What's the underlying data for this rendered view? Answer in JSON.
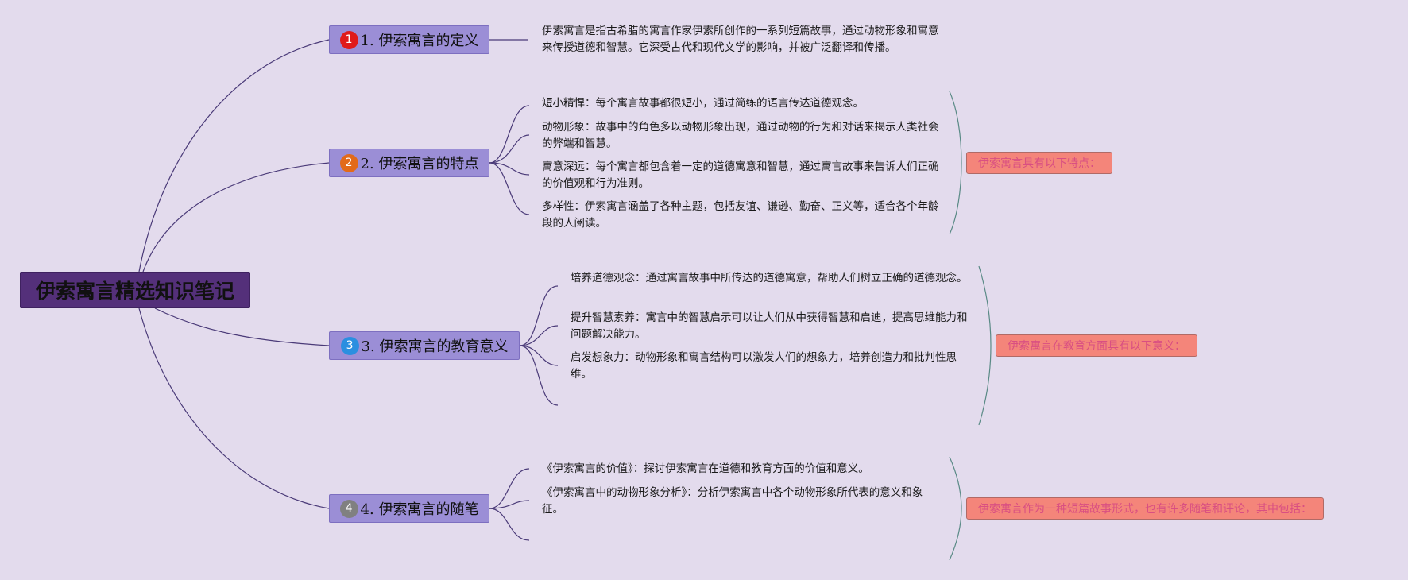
{
  "root": {
    "title": "伊索寓言精选知识笔记"
  },
  "colors": {
    "background": "#e3dbed",
    "root_fill": "#54307a",
    "branch_fill": "#9b8ed6",
    "connector": "#4a3a78",
    "summary_fill": "#f4857a",
    "summary_text": "#d94f82",
    "bracket": "#5a8a86"
  },
  "branches": [
    {
      "badge": "1",
      "badge_color": "#e01b1b",
      "label": "1. 伊索寓言的定义",
      "items": [
        "伊索寓言是指古希腊的寓言作家伊索所创作的一系列短篇故事，通过动物形象和寓意来传授道德和智慧。它深受古代和现代文学的影响，并被广泛翻译和传播。"
      ]
    },
    {
      "badge": "2",
      "badge_color": "#e26a1a",
      "label": "2. 伊索寓言的特点",
      "items": [
        "短小精悍：每个寓言故事都很短小，通过简练的语言传达道德观念。",
        "动物形象：故事中的角色多以动物形象出现，通过动物的行为和对话来揭示人类社会的弊端和智慧。",
        "寓意深远：每个寓言都包含着一定的道德寓意和智慧，通过寓言故事来告诉人们正确的价值观和行为准则。",
        "多样性：伊索寓言涵盖了各种主题，包括友谊、谦逊、勤奋、正义等，适合各个年龄段的人阅读。"
      ],
      "summary": "伊索寓言具有以下特点："
    },
    {
      "badge": "3",
      "badge_color": "#2b8fe0",
      "label": "3. 伊索寓言的教育意义",
      "items": [
        "培养道德观念：通过寓言故事中所传达的道德寓意，帮助人们树立正确的道德观念。",
        "提升智慧素养：寓言中的智慧启示可以让人们从中获得智慧和启迪，提高思维能力和问题解决能力。",
        "启发想象力：动物形象和寓言结构可以激发人们的想象力，培养创造力和批判性思维。"
      ],
      "summary": "伊索寓言在教育方面具有以下意义："
    },
    {
      "badge": "4",
      "badge_color": "#808080",
      "label": "4. 伊索寓言的随笔",
      "items": [
        "《伊索寓言的价值》：探讨伊索寓言在道德和教育方面的价值和意义。",
        "《伊索寓言中的动物形象分析》：分析伊索寓言中各个动物形象所代表的意义和象征。"
      ],
      "summary": "伊索寓言作为一种短篇故事形式，也有许多随笔和评论，其中包括："
    }
  ]
}
